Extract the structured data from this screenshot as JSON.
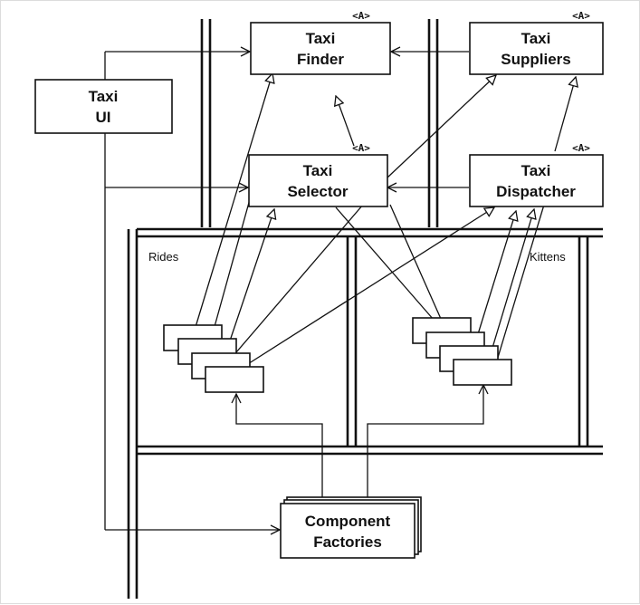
{
  "components": {
    "taxi_ui": [
      "Taxi",
      "UI"
    ],
    "taxi_finder": [
      "Taxi",
      "Finder"
    ],
    "taxi_suppliers": [
      "Taxi",
      "Suppliers"
    ],
    "taxi_selector": [
      "Taxi",
      "Selector"
    ],
    "taxi_dispatcher": [
      "Taxi",
      "Dispatcher"
    ],
    "component_factories": [
      "Component",
      "Factories"
    ]
  },
  "abstract_badge": "<A>",
  "areas": {
    "rides": "Rides",
    "kittens": "Kittens"
  }
}
